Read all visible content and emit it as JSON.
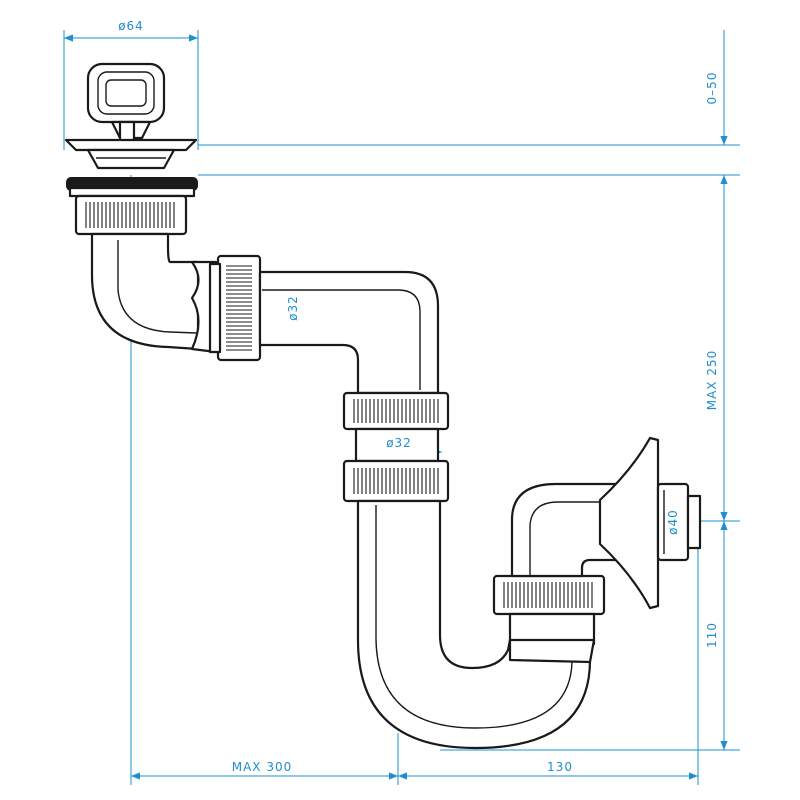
{
  "labels": {
    "d64": "ø64",
    "range_0_50": "0–50",
    "max_250": "MAX 250",
    "d32_upper": "ø32",
    "d32_lower": "ø32",
    "d40": "ø40",
    "h110": "110",
    "max_300": "MAX 300",
    "w130": "130"
  },
  "colors": {
    "dimension": "#1e8fd0",
    "outline": "#1a1a1a"
  }
}
